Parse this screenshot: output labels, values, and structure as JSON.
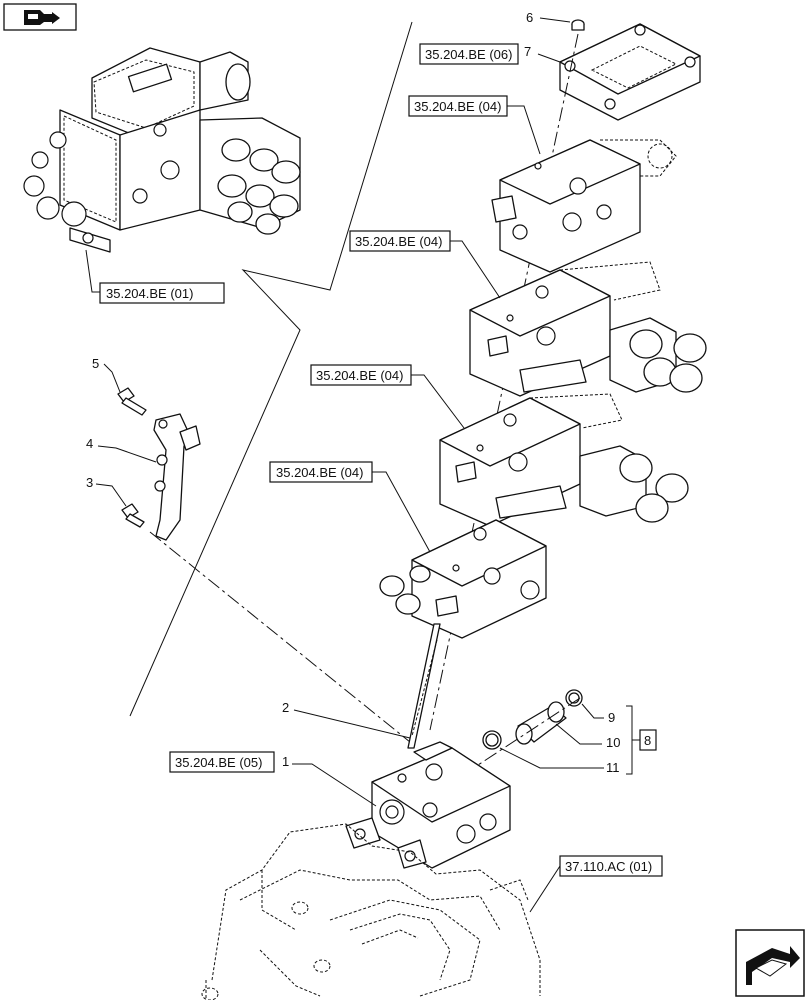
{
  "refs": {
    "r06": "35.204.BE (06)",
    "r04a": "35.204.BE (04)",
    "r04b": "35.204.BE (04)",
    "r04c": "35.204.BE (04)",
    "r04d": "35.204.BE (04)",
    "r01": "35.204.BE (01)",
    "r05": "35.204.BE (05)",
    "r37": "37.110.AC (01)"
  },
  "items": {
    "n1": "1",
    "n2": "2",
    "n3": "3",
    "n4": "4",
    "n5": "5",
    "n6": "6",
    "n7": "7",
    "n8": "8",
    "n9": "9",
    "n10": "10",
    "n11": "11"
  },
  "icons": {
    "top_left": "next-page-arrow-icon",
    "bottom_right": "return-arrow-icon"
  }
}
